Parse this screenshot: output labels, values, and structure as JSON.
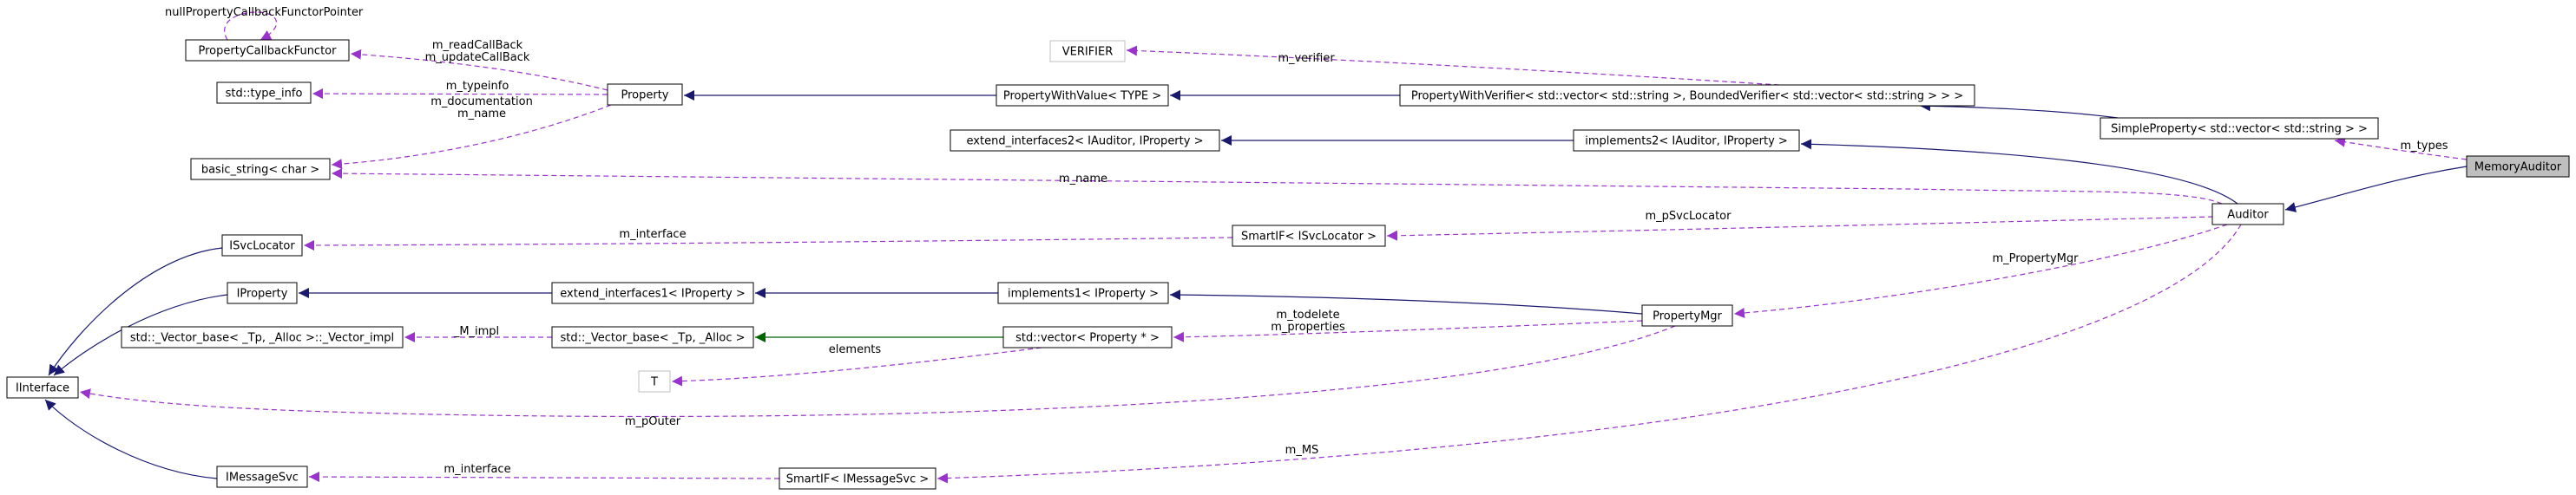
{
  "colors": {
    "inherit": "#191970",
    "usage": "#9a32cd",
    "template": "#006400",
    "node_border": "#000000",
    "node_fill": "#ffffff",
    "highlight_fill": "#bfbfbf",
    "ghost_border": "#bfbfbf"
  },
  "nodes": [
    {
      "id": "nullPCFP",
      "label": "nullPropertyCallbackFunctorPointer",
      "style": "text"
    },
    {
      "id": "PCF",
      "label": "PropertyCallbackFunctor",
      "style": "normal"
    },
    {
      "id": "stdtype",
      "label": "std::type_info",
      "style": "normal"
    },
    {
      "id": "basicstr",
      "label": "basic_string< char >",
      "style": "normal"
    },
    {
      "id": "ISvcLoc",
      "label": "ISvcLocator",
      "style": "normal"
    },
    {
      "id": "IProp",
      "label": "IProperty",
      "style": "normal"
    },
    {
      "id": "vecimpl",
      "label": "std::_Vector_base< _Tp, _Alloc >::_Vector_impl",
      "style": "normal"
    },
    {
      "id": "Interface",
      "label": "IInterface",
      "style": "normal"
    },
    {
      "id": "IMsgSvc",
      "label": "IMessageSvc",
      "style": "normal"
    },
    {
      "id": "VERIFIER",
      "label": "VERIFIER",
      "style": "ghost"
    },
    {
      "id": "Property",
      "label": "Property",
      "style": "normal"
    },
    {
      "id": "PWV",
      "label": "PropertyWithValue< TYPE >",
      "style": "normal"
    },
    {
      "id": "PWVer",
      "label": "PropertyWithVerifier< std::vector< std::string >, BoundedVerifier< std::vector< std::string > > >",
      "style": "normal"
    },
    {
      "id": "ext2",
      "label": "extend_interfaces2< IAuditor, IProperty >",
      "style": "normal"
    },
    {
      "id": "impl2",
      "label": "implements2< IAuditor, IProperty >",
      "style": "normal"
    },
    {
      "id": "SimpleProp",
      "label": "SimpleProperty< std::vector< std::string > >",
      "style": "normal"
    },
    {
      "id": "MemAud",
      "label": "MemoryAuditor",
      "style": "highlight"
    },
    {
      "id": "SmartISL",
      "label": "SmartIF< ISvcLocator >",
      "style": "normal"
    },
    {
      "id": "Auditor",
      "label": "Auditor",
      "style": "normal"
    },
    {
      "id": "ext1",
      "label": "extend_interfaces1< IProperty >",
      "style": "normal"
    },
    {
      "id": "impl1",
      "label": "implements1< IProperty >",
      "style": "normal"
    },
    {
      "id": "PropMgr",
      "label": "PropertyMgr",
      "style": "normal"
    },
    {
      "id": "vecbase",
      "label": "std::_Vector_base< _Tp, _Alloc >",
      "style": "normal"
    },
    {
      "id": "vecprop",
      "label": "std::vector< Property * >",
      "style": "normal"
    },
    {
      "id": "T",
      "label": "T",
      "style": "ghost"
    },
    {
      "id": "SmartIMS",
      "label": "SmartIF< IMessageSvc >",
      "style": "normal"
    }
  ],
  "edge_labels": {
    "nullPCFP": "",
    "PCF": "m_readCallBack\nm_updateCallBack",
    "stdtype": "m_typeinfo",
    "basicstr_prop": "m_documentation\nm_name",
    "basicstr_aud": "m_name",
    "verifier": "m_verifier",
    "types": "m_types",
    "pSvcLocator": "m_pSvcLocator",
    "ISL_interface": "m_interface",
    "PropertyMgr": "m_PropertyMgr",
    "todelete": "m_todelete\nm_properties",
    "impl": "_M_impl",
    "elements": "elements",
    "pOuter": "m_pOuter",
    "MS": "m_MS",
    "IMS_interface": "m_interface"
  }
}
